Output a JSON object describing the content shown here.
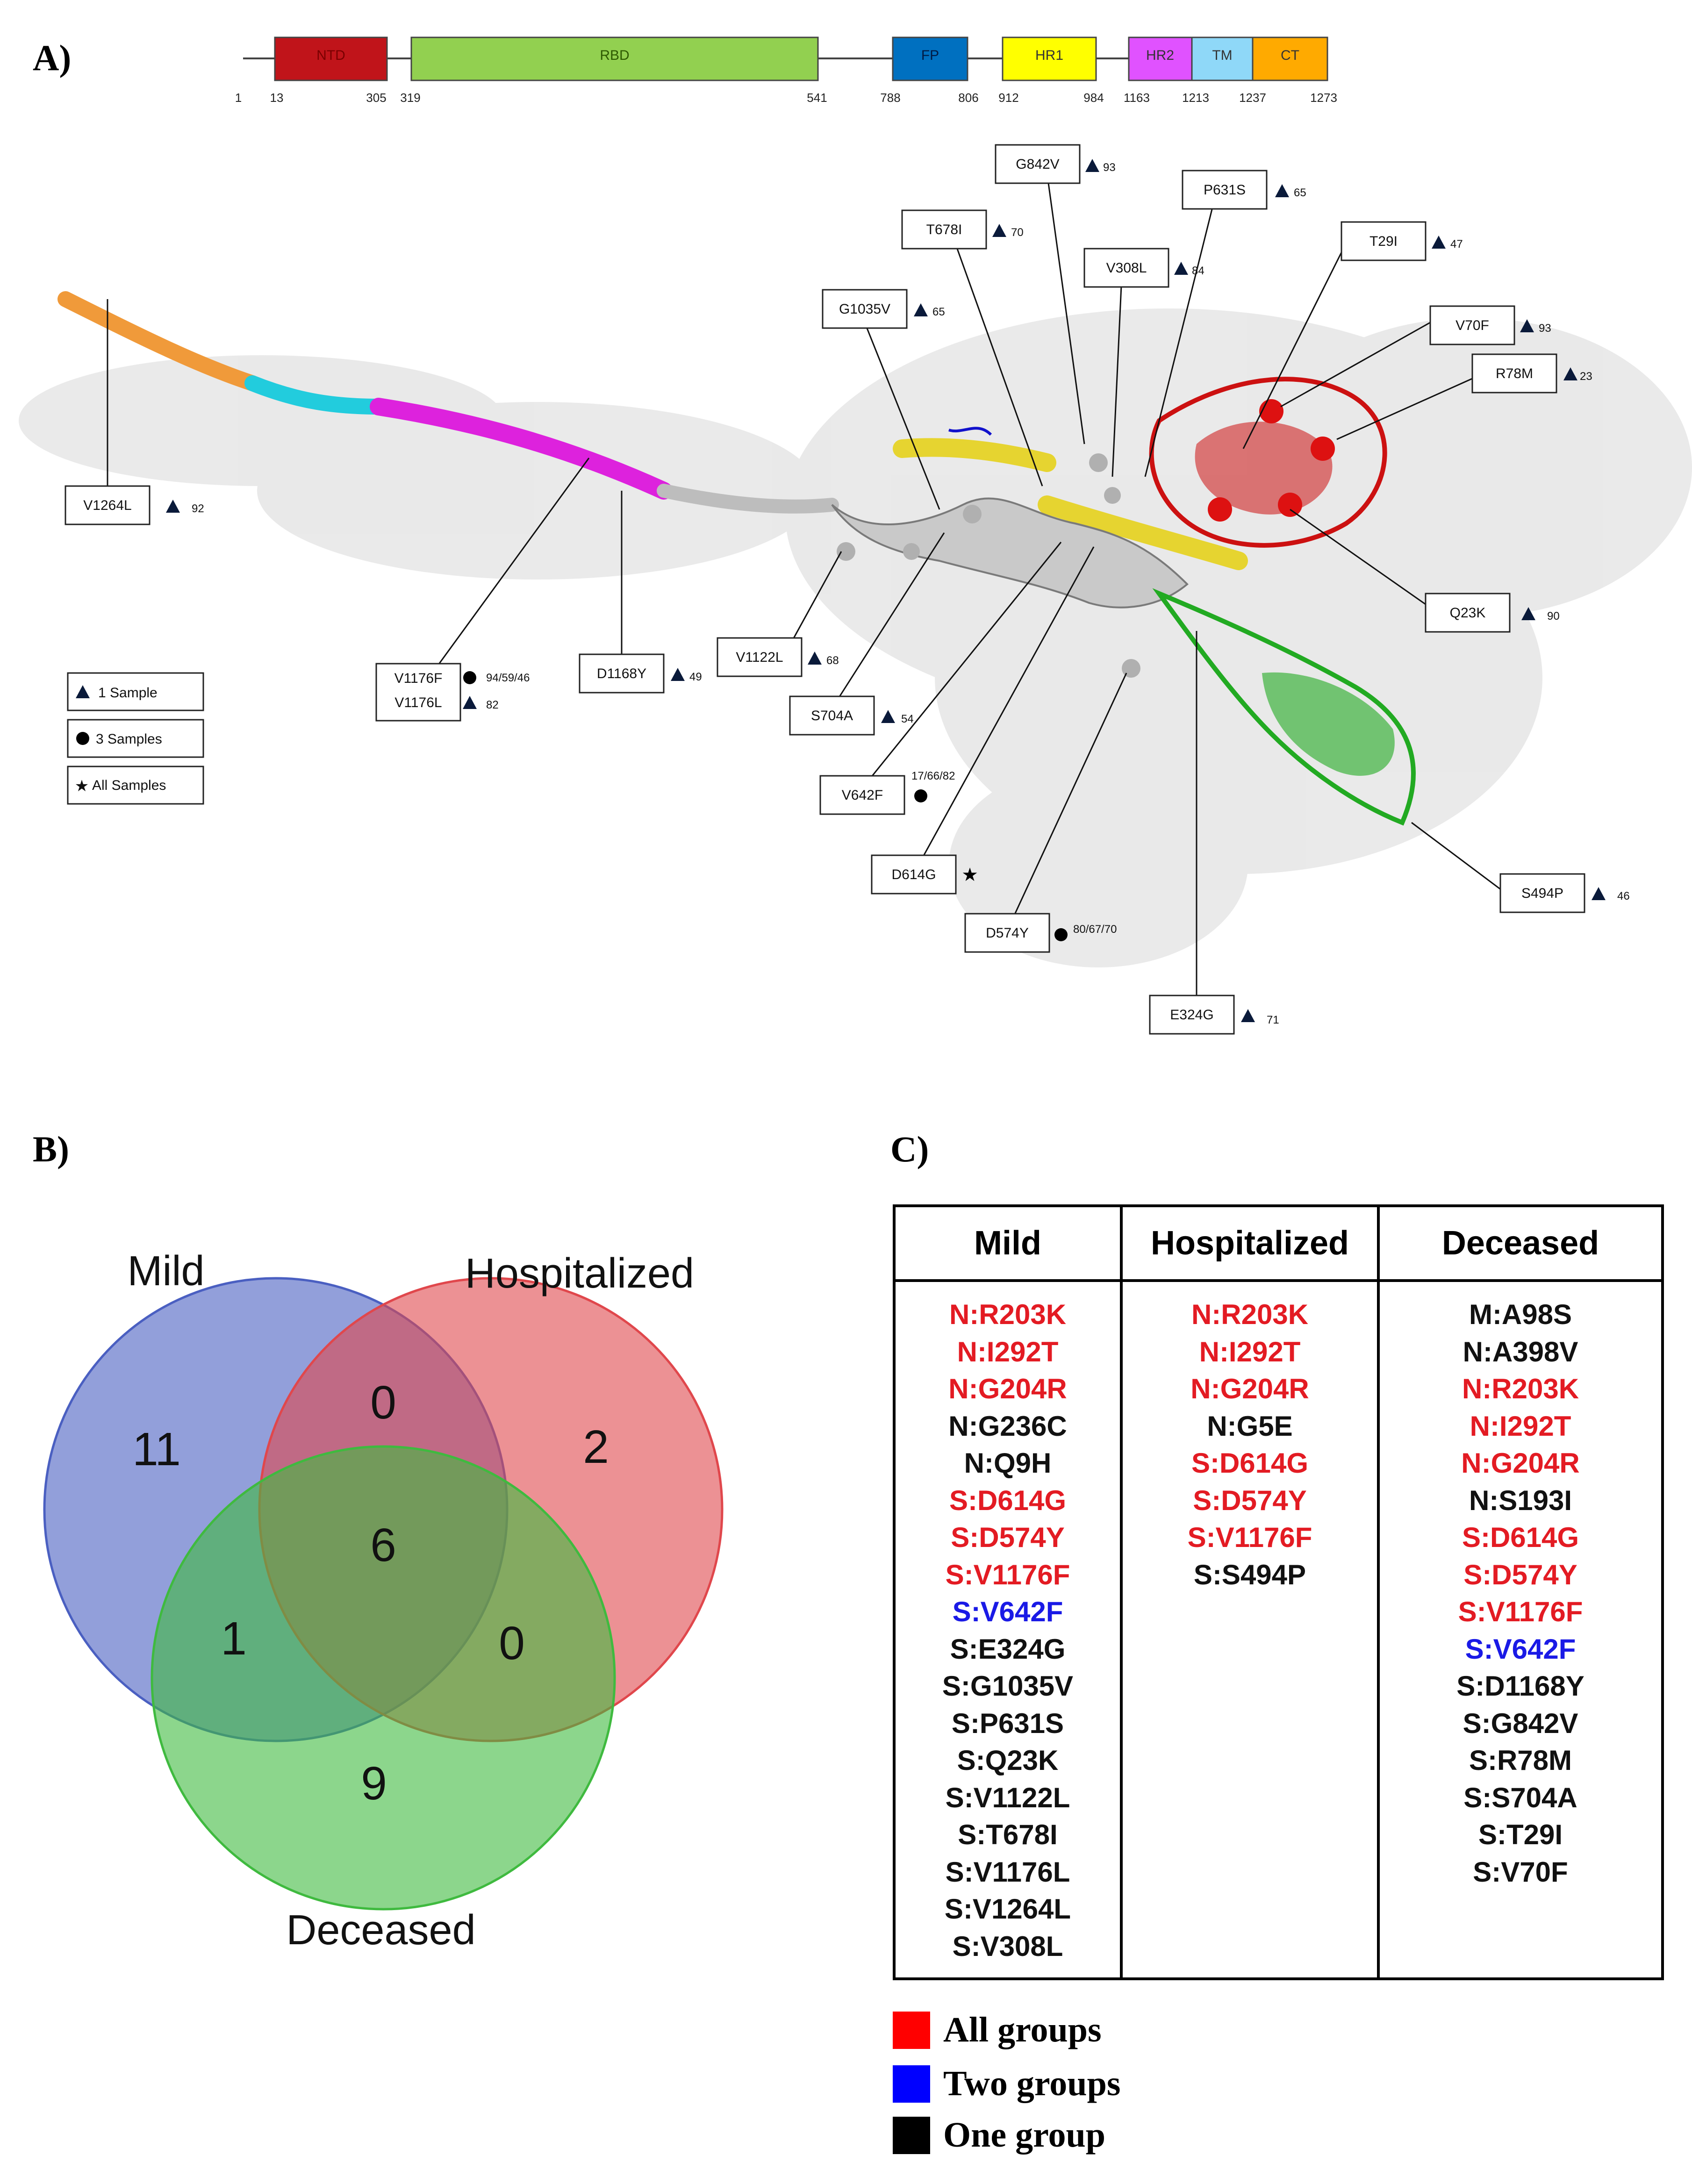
{
  "panels": {
    "a": "A)",
    "b": "B)",
    "c": "C)"
  },
  "domains": [
    {
      "label": "NTD",
      "color": "#c0141a"
    },
    {
      "label": "RBD",
      "color": "#92d050"
    },
    {
      "label": "FP",
      "color": "#0070c0"
    },
    {
      "label": "HR1",
      "color": "#ffff00"
    },
    {
      "label": "HR2",
      "color": "#e052ff"
    },
    {
      "label": "TM",
      "color": "#8fd8f8"
    },
    {
      "label": "CT",
      "color": "#ffaa00"
    }
  ],
  "positions": [
    "1",
    "13",
    "305",
    "319",
    "541",
    "788",
    "806",
    "912",
    "984",
    "1163",
    "1213",
    "1237",
    "1273"
  ],
  "mutations": [
    {
      "label": "G842V",
      "marker": "triangle",
      "count": "93"
    },
    {
      "label": "P631S",
      "marker": "triangle",
      "count": "65"
    },
    {
      "label": "T678I",
      "marker": "triangle",
      "count": "70"
    },
    {
      "label": "T29I",
      "marker": "triangle",
      "count": "47"
    },
    {
      "label": "V308L",
      "marker": "triangle",
      "count": "84"
    },
    {
      "label": "G1035V",
      "marker": "triangle",
      "count": "65"
    },
    {
      "label": "V70F",
      "marker": "triangle",
      "count": "93"
    },
    {
      "label": "R78M",
      "marker": "triangle",
      "count": "23"
    },
    {
      "label": "V1264L",
      "marker": "triangle",
      "count": "92"
    },
    {
      "label": "Q23K",
      "marker": "triangle",
      "count": "90"
    },
    {
      "label": "V1176F",
      "marker": "circle",
      "count": "94/59/46"
    },
    {
      "label": "V1176L",
      "marker": "triangle",
      "count": "82"
    },
    {
      "label": "D1168Y",
      "marker": "triangle",
      "count": "49"
    },
    {
      "label": "V1122L",
      "marker": "triangle",
      "count": "68"
    },
    {
      "label": "S704A",
      "marker": "triangle",
      "count": "54"
    },
    {
      "label": "V642F",
      "marker": "circle",
      "count": "17/66/82"
    },
    {
      "label": "D614G",
      "marker": "star",
      "count": ""
    },
    {
      "label": "S494P",
      "marker": "triangle",
      "count": "46"
    },
    {
      "label": "D574Y",
      "marker": "circle",
      "count": "80/67/70"
    },
    {
      "label": "E324G",
      "marker": "triangle",
      "count": "71"
    }
  ],
  "legend_a": [
    "1 Sample",
    "3 Samples",
    "All Samples"
  ],
  "venn": {
    "sets": [
      "Mild",
      "Hospitalized",
      "Deceased"
    ],
    "colors": [
      "#4a5fc1",
      "#e0474c",
      "#3fba3f"
    ],
    "regions": {
      "mild_only": "11",
      "mild_hosp": "0",
      "hosp_only": "2",
      "all_three": "6",
      "mild_dec": "1",
      "hosp_dec": "0",
      "dec_only": "9"
    }
  },
  "table": {
    "headers": [
      "Mild",
      "Hospitalized",
      "Deceased"
    ],
    "columns": [
      [
        {
          "t": "N:R203K",
          "c": "all"
        },
        {
          "t": "N:I292T",
          "c": "all"
        },
        {
          "t": "N:G204R",
          "c": "all"
        },
        {
          "t": "N:G236C",
          "c": "one"
        },
        {
          "t": "N:Q9H",
          "c": "one"
        },
        {
          "t": "S:D614G",
          "c": "all"
        },
        {
          "t": "S:D574Y",
          "c": "all"
        },
        {
          "t": "S:V1176F",
          "c": "all"
        },
        {
          "t": "S:V642F",
          "c": "two"
        },
        {
          "t": "S:E324G",
          "c": "one"
        },
        {
          "t": "S:G1035V",
          "c": "one"
        },
        {
          "t": "S:P631S",
          "c": "one"
        },
        {
          "t": "S:Q23K",
          "c": "one"
        },
        {
          "t": "S:V1122L",
          "c": "one"
        },
        {
          "t": "S:T678I",
          "c": "one"
        },
        {
          "t": "S:V1176L",
          "c": "one"
        },
        {
          "t": "S:V1264L",
          "c": "one"
        },
        {
          "t": "S:V308L",
          "c": "one"
        }
      ],
      [
        {
          "t": "N:R203K",
          "c": "all"
        },
        {
          "t": "N:I292T",
          "c": "all"
        },
        {
          "t": "N:G204R",
          "c": "all"
        },
        {
          "t": "N:G5E",
          "c": "one"
        },
        {
          "t": "S:D614G",
          "c": "all"
        },
        {
          "t": "S:D574Y",
          "c": "all"
        },
        {
          "t": "S:V1176F",
          "c": "all"
        },
        {
          "t": "S:S494P",
          "c": "one"
        }
      ],
      [
        {
          "t": "M:A98S",
          "c": "one"
        },
        {
          "t": "N:A398V",
          "c": "one"
        },
        {
          "t": "N:R203K",
          "c": "all"
        },
        {
          "t": "N:I292T",
          "c": "all"
        },
        {
          "t": "N:G204R",
          "c": "all"
        },
        {
          "t": "N:S193I",
          "c": "one"
        },
        {
          "t": "S:D614G",
          "c": "all"
        },
        {
          "t": "S:D574Y",
          "c": "all"
        },
        {
          "t": "S:V1176F",
          "c": "all"
        },
        {
          "t": "S:V642F",
          "c": "two"
        },
        {
          "t": "S:D1168Y",
          "c": "one"
        },
        {
          "t": "S:G842V",
          "c": "one"
        },
        {
          "t": "S:R78M",
          "c": "one"
        },
        {
          "t": "S:S704A",
          "c": "one"
        },
        {
          "t": "S:T29I",
          "c": "one"
        },
        {
          "t": "S:V70F",
          "c": "one"
        }
      ]
    ]
  },
  "legend_c": [
    {
      "label": "All groups",
      "color": "#ff0000"
    },
    {
      "label": "Two groups",
      "color": "#0000ff"
    },
    {
      "label": "One group",
      "color": "#000000"
    }
  ]
}
